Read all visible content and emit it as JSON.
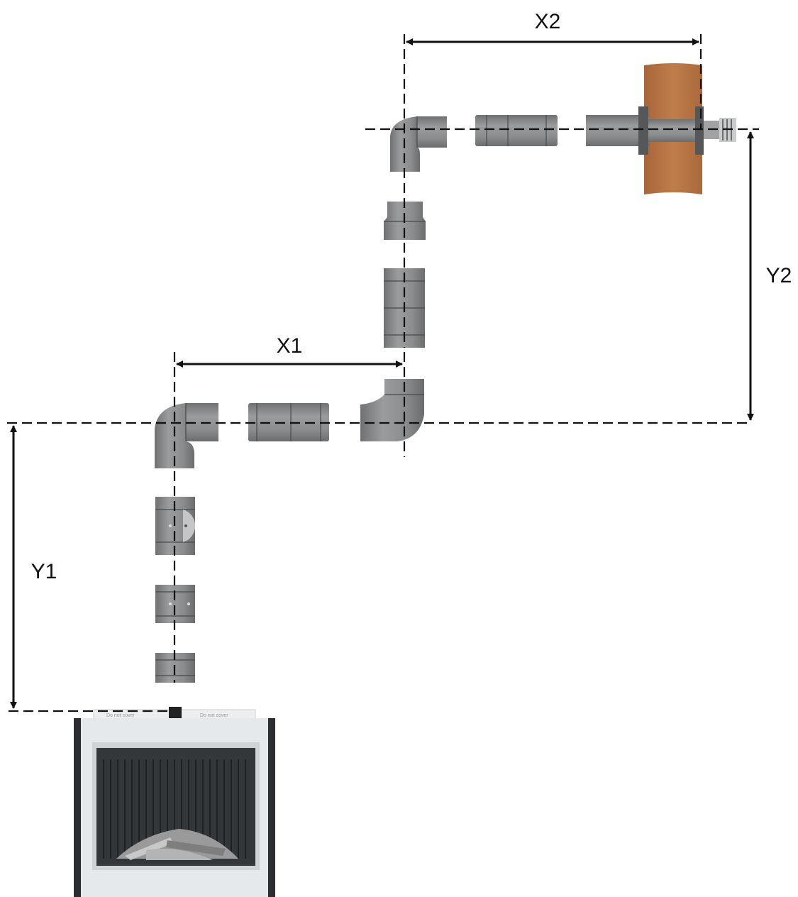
{
  "labels": {
    "x1": "X1",
    "x2": "X2",
    "y1": "Y1",
    "y2": "Y2"
  },
  "fireplace": {
    "tag_left": "Do not cover",
    "tag_right": "Do not cover"
  },
  "colors": {
    "pipe": "#8a8c8e",
    "wall": "#b87544",
    "line": "#111111",
    "stove_body": "#e6e9ec",
    "stove_frame": "#2b2d30"
  }
}
